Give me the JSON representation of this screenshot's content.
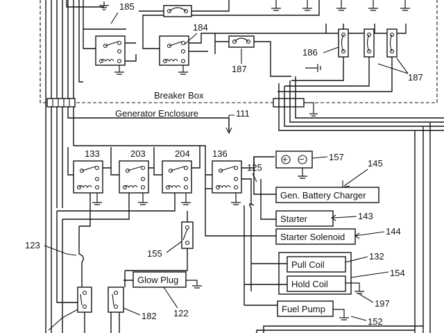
{
  "sections": {
    "breaker_box": "Breaker Box",
    "generator_enclosure": "Generator Enclosure"
  },
  "components": {
    "gen_battery_charger": "Gen. Battery Charger",
    "starter": "Starter",
    "starter_solenoid": "Starter Solenoid",
    "pull_coil": "Pull Coil",
    "hold_coil": "Hold Coil",
    "fuel_pump": "Fuel Pump",
    "glow_plug": "Glow Plug",
    "battery_plus": "+",
    "battery_minus": "−"
  },
  "refs": {
    "r185": "185",
    "r184": "184",
    "r187a": "187",
    "r186": "186",
    "r187b": "187",
    "r111": "111",
    "r133": "133",
    "r203": "203",
    "r204": "204",
    "r136": "136",
    "r157": "157",
    "r145": "145",
    "r125": "125",
    "r143": "143",
    "r144": "144",
    "r132": "132",
    "r154": "154",
    "r197": "197",
    "r152": "152",
    "r123": "123",
    "r155": "155",
    "r182": "182",
    "r122": "122"
  }
}
